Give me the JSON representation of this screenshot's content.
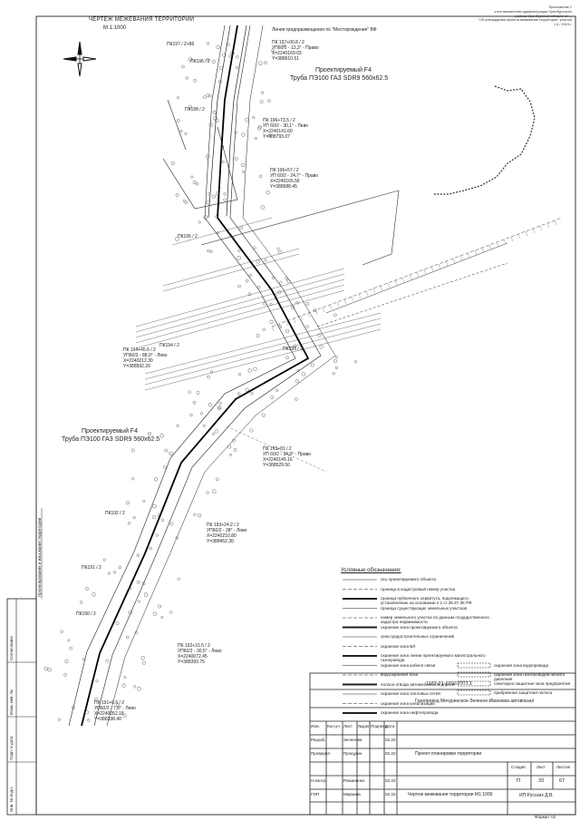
{
  "header": {
    "title": "ЧЕРТЕЖ МЕЖЕВАНИЯ ТЕРРИТОРИИ",
    "scale": "М 1:1000",
    "top_note": "Линия гридоразмещения по \"Месторождение\" ВФ",
    "appendix": [
      "Приложение 1",
      "к постановлению администрации Оренбургского",
      "района Оренбургской области от ...",
      "\"Об утверждении проекта межевания территории\" участка",
      "1 6 / 2019 г."
    ]
  },
  "pipes": {
    "label_top": [
      "Проектируемый F4",
      "Труба ПЭ100 ГАЗ SDR9 560х62.5"
    ],
    "label_left": [
      "Проектируемый F4",
      "Труба ПЭ100 ГАЗ SDR9 560х62.5"
    ]
  },
  "pickets": [
    {
      "id": "pk1",
      "lines": [
        "ПК 197+00,8 / 2",
        "УП60/2 - 13,3° - Право",
        "X=2240169.03",
        "Y=388610.51"
      ]
    },
    {
      "id": "pk2",
      "lines": [
        "ПК 196+73.5 / 2",
        "УП 60/2 - 30,1° - Лево",
        "X=2240141.60",
        "Y=388793.07"
      ]
    },
    {
      "id": "pk3",
      "lines": [
        "ПК 196+57 / 2",
        "УП 60/2 - 24,7° - Право",
        "X=2240165.56",
        "Y=388688.45"
      ]
    },
    {
      "id": "pk4",
      "lines": [
        "ПК 194+45.6 / 2",
        "УП60/2 - 88,0° - Лево",
        "X=2240212.30",
        "Y=388592.20"
      ]
    },
    {
      "id": "pk5",
      "lines": [
        "ПК 193+81 / 2",
        "УП 60/2 - 34,9° - Право",
        "X=2240145.16",
        "Y=388529.50"
      ]
    },
    {
      "id": "pk6",
      "lines": [
        "ПК 193+24.2 / 2",
        "УП60/2 - 28° - Лево",
        "X=2240210.80",
        "Y=388452.30"
      ]
    },
    {
      "id": "pk7",
      "lines": [
        "ПК 192+31.5 / 2",
        "УП60/2 - 30,5° - Лево",
        "X=2240072.45",
        "Y=388393.75"
      ]
    },
    {
      "id": "pk8",
      "lines": [
        "ПК 191+0.6 / 2",
        "УП60/2 - 7,6° - Лево",
        "X=2240052.18",
        "Y=388338.40"
      ]
    }
  ],
  "small_labels": [
    "ПК197 / 2+86",
    "ПК195 / 2",
    "ПК194 / 2",
    "ПК193 / 2",
    "ПК192 / 2",
    "ПК191 / 2",
    "ПК190 / 2",
    "ПК198 / 2",
    "ПК196 / 2"
  ],
  "legend": {
    "title": "Условные обозначения:",
    "items": [
      "ось проектируемого объекта",
      "граница и кадастровый номер участка",
      "граница публичного сервитута, подлежащего установлению на основании п.1 ст.39.37 ЗК РФ",
      "граница существующих земельных участков",
      "номер земельного участка по данным государственного кадастра недвижимости",
      "охранная зона проектируемого объекта",
      "зона градостроительных ограничений",
      "охранная зона ВЛ",
      "охранная зона линии проектируемого магистрального газопровода",
      "охранная зона кабеля связи",
      "водоохранная зона",
      "полоса отвода автомобильной дороги",
      "охранная зона тепловых сетей",
      "охранная зона канализации",
      "охранная зона нефтепровода"
    ],
    "items_right": [
      "охранная зона водопровода",
      "охранная зона газопроводов низкого давления",
      "санитарно-защитная зона предприятия",
      "прибрежная защитная полоса"
    ]
  },
  "stamp": {
    "code": "1187-21-0702-ППТ.1",
    "object": "Газопровод Мичуринское-Зеленое-Ивановка автовокзал",
    "col_headers": [
      "Изм.",
      "Кол.уч",
      "Лист",
      "№док.",
      "Подпись",
      "Дата"
    ],
    "roles": [
      {
        "role": "Разраб.",
        "name": "Зеленова",
        "date": "02.22"
      },
      {
        "role": "Проверил",
        "name": "Прокудин",
        "date": "02.22"
      },
      {
        "role": "Н.контр.",
        "name": "Романенко",
        "date": "02.22"
      },
      {
        "role": "ГИП",
        "name": "Маркина",
        "date": "02.22"
      }
    ],
    "section_title": "Проект планировки территории",
    "sheet_title": "Чертеж межевания территории М1:1000",
    "stage_headers": [
      "Стадия",
      "Лист",
      "Листов"
    ],
    "stage_values": [
      "П",
      "33",
      "67"
    ],
    "company": "ИП Русских Д.В.",
    "format": "Формат А2"
  },
  "side_stamp": [
    "Инв. № подл.",
    "Подп. и дата",
    "Взам. инв. №",
    "Согласовано"
  ],
  "side_cert": "Проектирование и изыскания территории",
  "colors": {
    "line": "#111111",
    "hatch": "#333333"
  }
}
